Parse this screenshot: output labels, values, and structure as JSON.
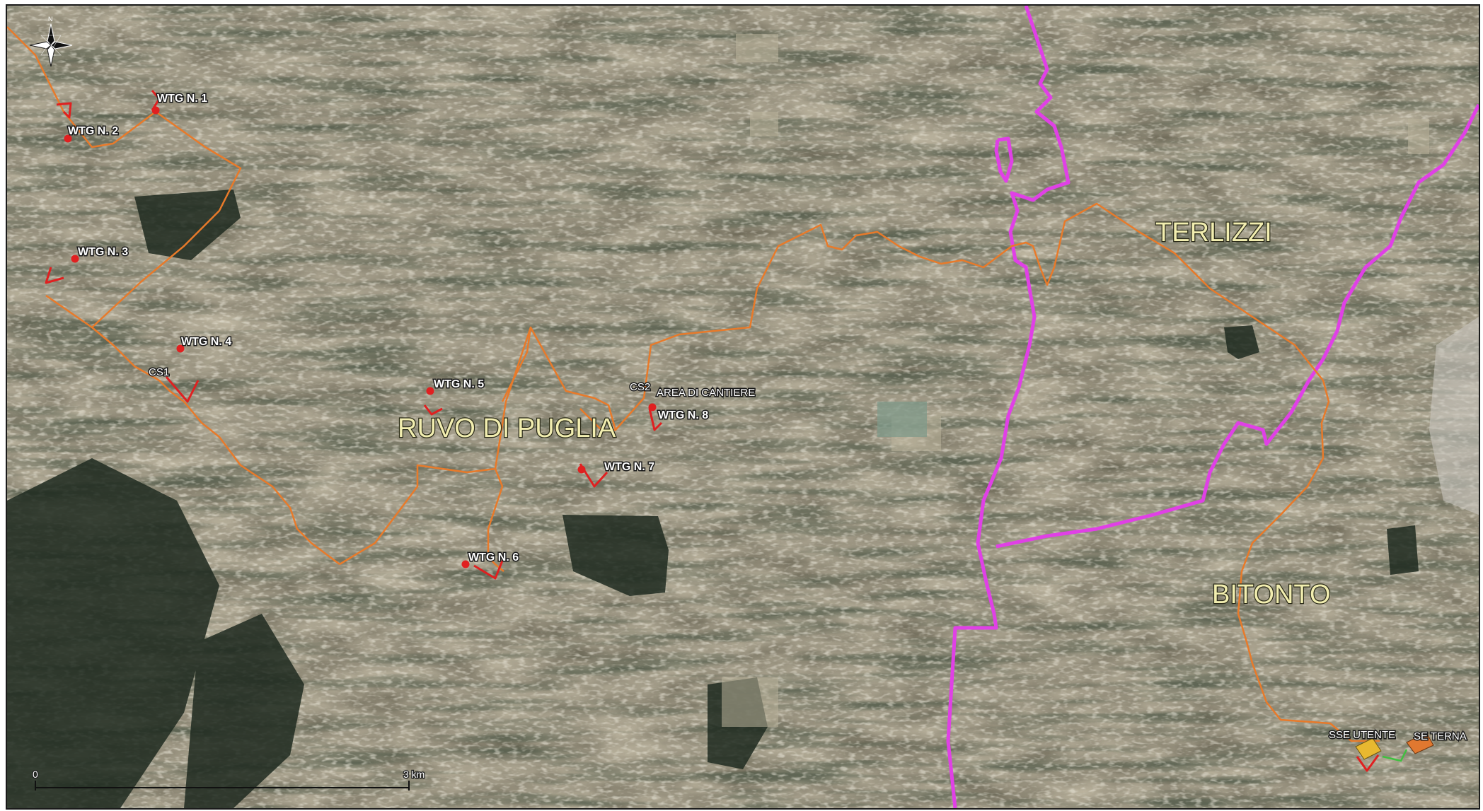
{
  "map": {
    "north_label": "N",
    "municipalities": [
      "RUVO DI PUGLIA",
      "TERLIZZI",
      "BITONTO"
    ],
    "turbines": [
      "WTG N. 1",
      "WTG N. 2",
      "WTG N. 3",
      "WTG N. 4",
      "WTG N. 5",
      "WTG N. 6",
      "WTG N. 7",
      "WTG N. 8"
    ],
    "cabins": [
      "CS1",
      "CS2"
    ],
    "site_area": "AREA DI CANTIERE",
    "substations": [
      "SSE UTENTE",
      "SE TERNA"
    ],
    "scale_bar": {
      "start_label": "0",
      "end_label": "3 km"
    },
    "colors": {
      "cable_route": "#e87a2a",
      "municipal_boundary": "#e040e6",
      "turbine_marker": "#e02020",
      "sse_utente": "#e8b830",
      "se_terna": "#e07830",
      "connection": "#40c040"
    }
  }
}
